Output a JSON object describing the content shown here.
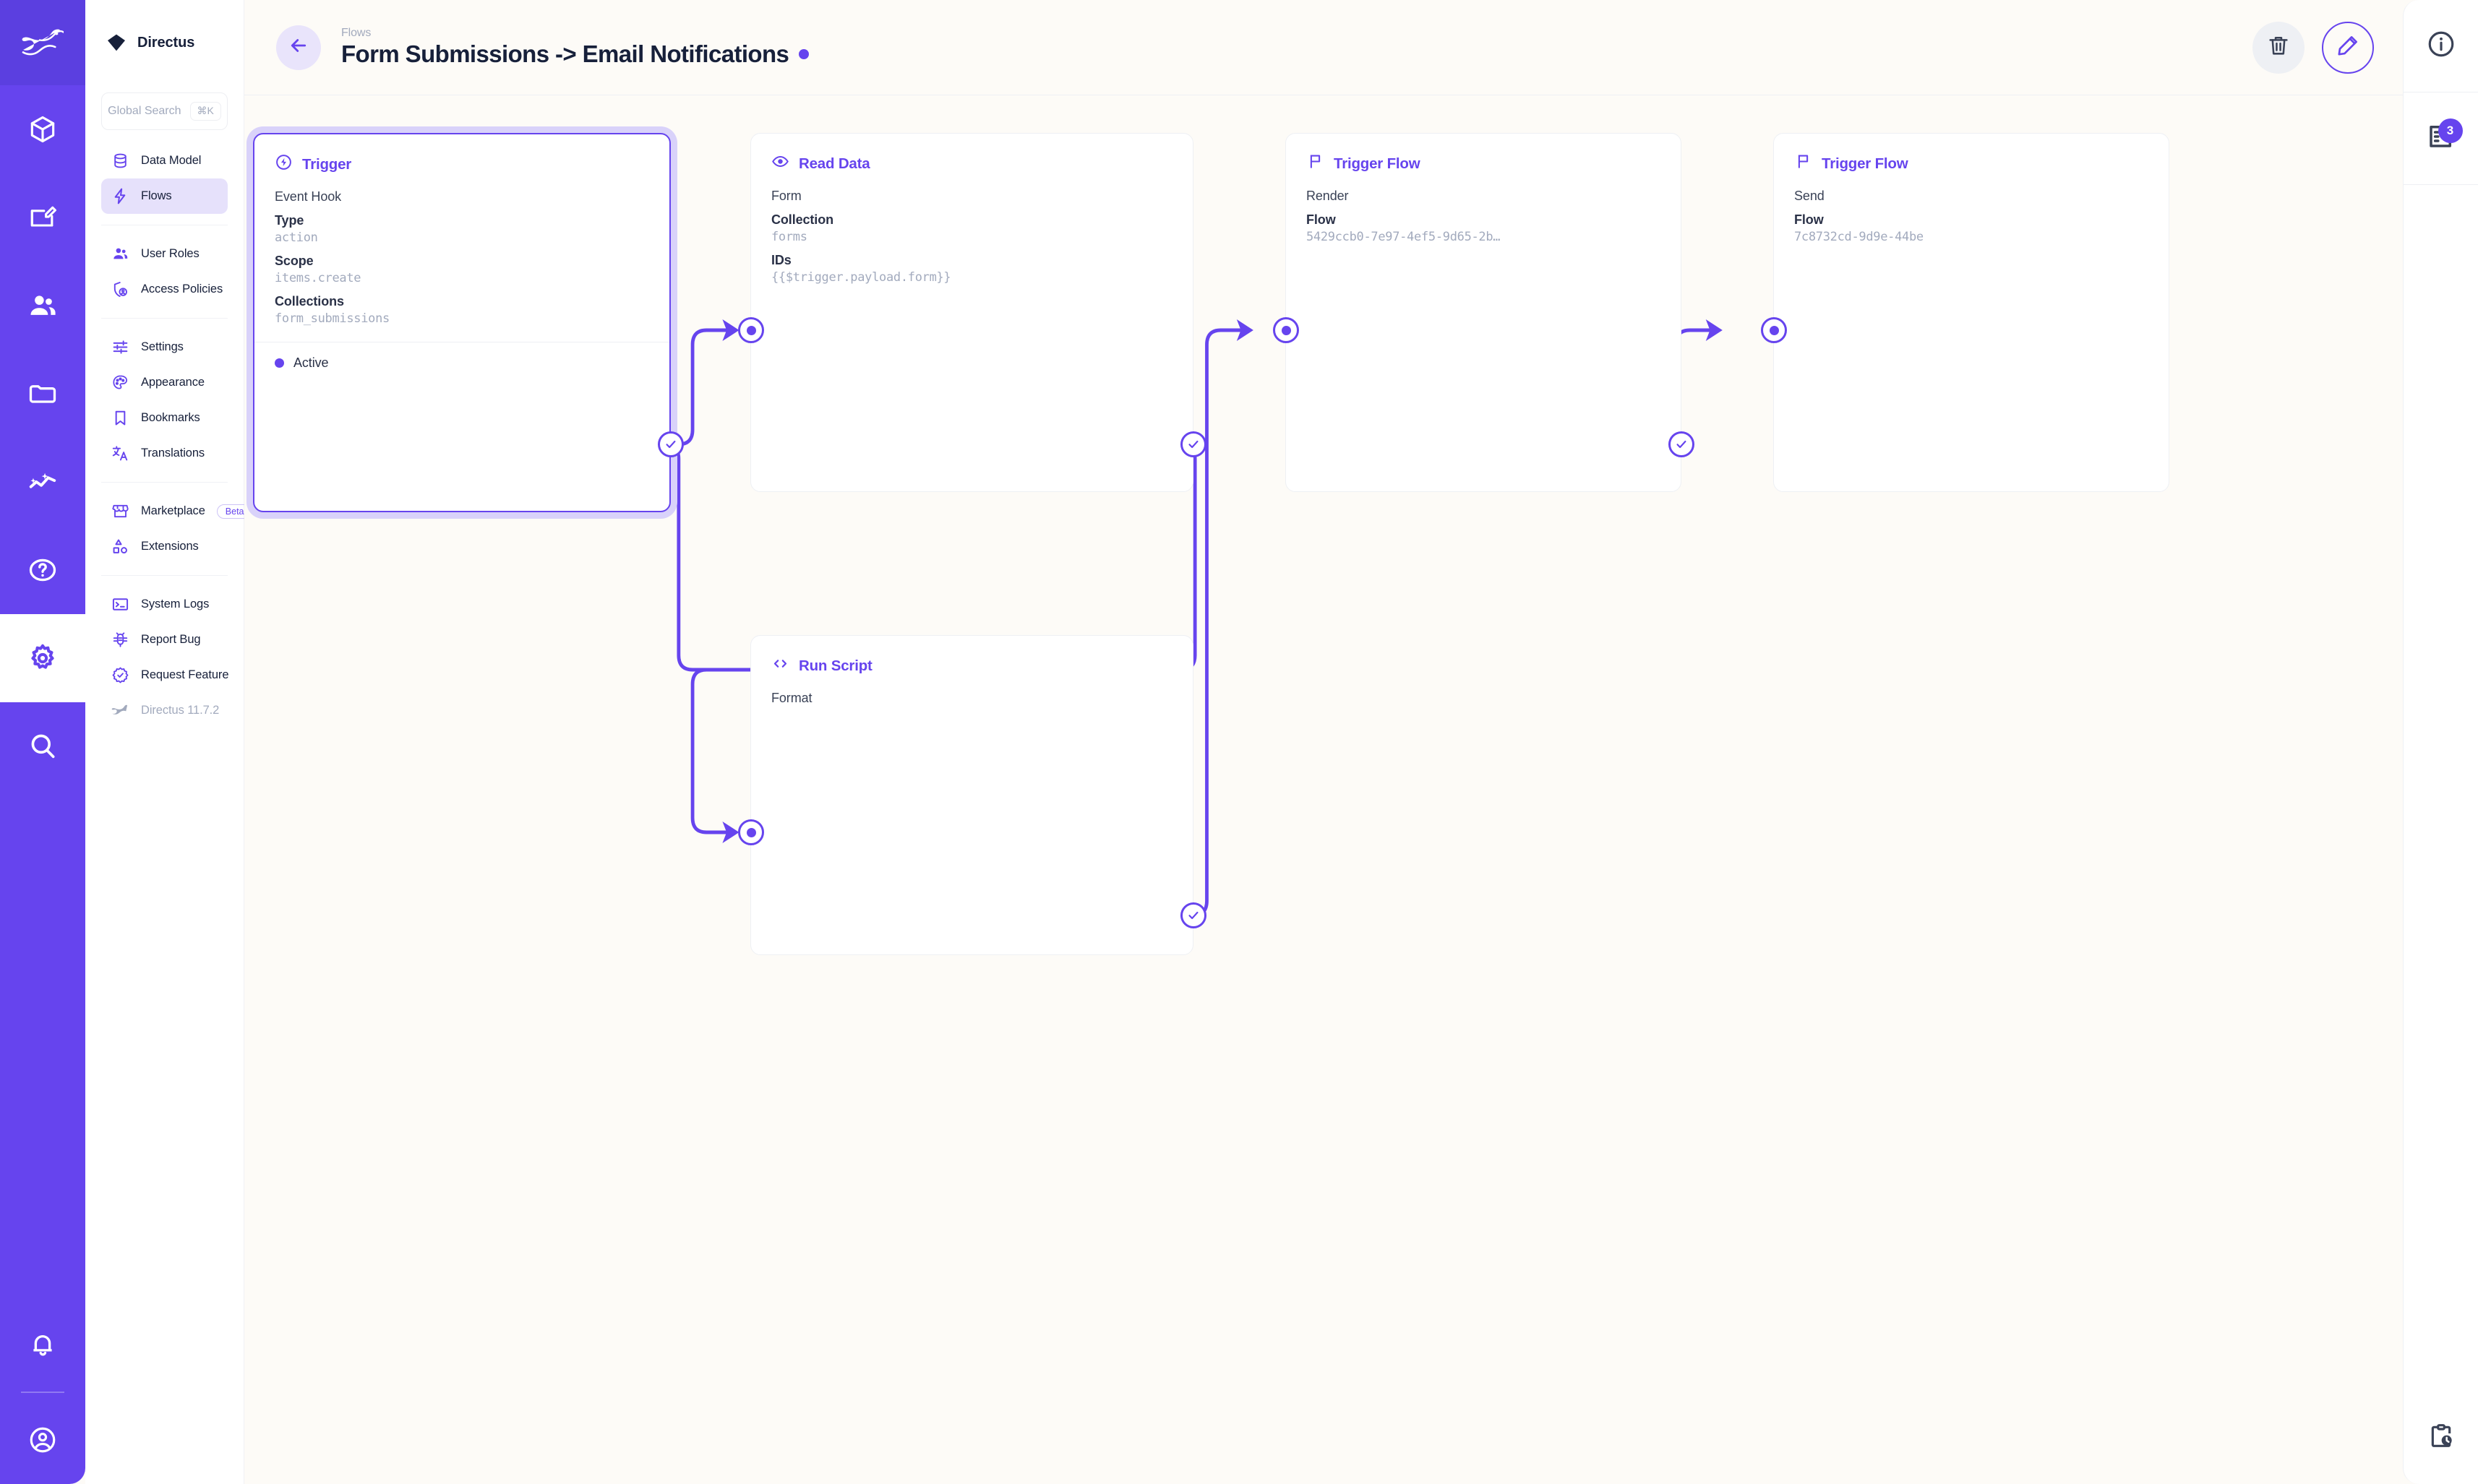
{
  "brand": {
    "name": "Directus",
    "accent": "#6644ee",
    "accent_soft": "#e6e1fb",
    "dark": "#17203a"
  },
  "rail": {
    "items": [
      {
        "name": "rabbit-logo-icon",
        "label": "Directus Logo"
      },
      {
        "name": "box-icon",
        "label": "Content"
      },
      {
        "name": "edit-box-icon",
        "label": "Editor"
      },
      {
        "name": "users-icon",
        "label": "User Directory"
      },
      {
        "name": "folder-icon",
        "label": "File Library"
      },
      {
        "name": "insights-icon",
        "label": "Insights"
      },
      {
        "name": "help-circle-icon",
        "label": "Help"
      },
      {
        "name": "gear-icon",
        "label": "Settings"
      },
      {
        "name": "search-icon",
        "label": "Search"
      }
    ],
    "bottom": [
      {
        "name": "bell-icon",
        "label": "Notifications"
      },
      {
        "name": "account-circle-icon",
        "label": "Account"
      }
    ]
  },
  "search": {
    "placeholder": "Global Search",
    "shortcut": "⌘K"
  },
  "sidebar": {
    "groups": [
      {
        "items": [
          {
            "icon": "database-icon",
            "label": "Data Model",
            "active": false
          },
          {
            "icon": "lightning-icon",
            "label": "Flows",
            "active": true
          }
        ]
      },
      {
        "items": [
          {
            "icon": "users-icon",
            "label": "User Roles",
            "active": false
          },
          {
            "icon": "shield-user-icon",
            "label": "Access Policies",
            "active": false
          }
        ]
      },
      {
        "items": [
          {
            "icon": "sliders-icon",
            "label": "Settings",
            "active": false
          },
          {
            "icon": "palette-icon",
            "label": "Appearance",
            "active": false
          },
          {
            "icon": "bookmark-icon",
            "label": "Bookmarks",
            "active": false
          },
          {
            "icon": "translate-icon",
            "label": "Translations",
            "active": false
          }
        ]
      },
      {
        "items": [
          {
            "icon": "storefront-icon",
            "label": "Marketplace",
            "badge": "Beta",
            "active": false
          },
          {
            "icon": "extensions-icon",
            "label": "Extensions",
            "active": false
          }
        ]
      },
      {
        "items": [
          {
            "icon": "terminal-icon",
            "label": "System Logs",
            "active": false
          },
          {
            "icon": "bug-icon",
            "label": "Report Bug",
            "active": false
          },
          {
            "icon": "verified-icon",
            "label": "Request Feature",
            "active": false
          },
          {
            "icon": "rabbit-icon",
            "label": "Directus 11.7.2",
            "active": false,
            "muted": true
          }
        ]
      }
    ]
  },
  "header": {
    "breadcrumb": "Flows",
    "title": "Form Submissions -> Email Notifications",
    "status": "active",
    "back_icon": "arrow-left-icon",
    "delete_icon": "trash-icon",
    "edit_icon": "pencil-icon"
  },
  "flow": {
    "nodes": [
      {
        "id": "trigger",
        "kind": "trigger",
        "icon": "trigger-bolt-icon",
        "title": "Trigger",
        "subtitle": "Event Hook",
        "fields": [
          {
            "label": "Type",
            "value": "action"
          },
          {
            "label": "Scope",
            "value": "items.create"
          },
          {
            "label": "Collections",
            "value": "form_submissions"
          }
        ],
        "footer_status": "Active"
      },
      {
        "id": "read-data",
        "kind": "operation",
        "icon": "eye-icon",
        "title": "Read Data",
        "subtitle": "Form",
        "fields": [
          {
            "label": "Collection",
            "value": "forms"
          },
          {
            "label": "IDs",
            "value": "{{$trigger.payload.form}}"
          }
        ]
      },
      {
        "id": "run-script",
        "kind": "operation",
        "icon": "code-icon",
        "title": "Run Script",
        "subtitle": "Format",
        "fields": []
      },
      {
        "id": "trigger-flow-render",
        "kind": "operation",
        "icon": "flag-icon",
        "title": "Trigger Flow",
        "subtitle": "Render",
        "fields": [
          {
            "label": "Flow",
            "value": "5429ccb0-7e97-4ef5-9d65-2b…"
          }
        ]
      },
      {
        "id": "trigger-flow-send",
        "kind": "operation",
        "icon": "flag-icon",
        "title": "Trigger Flow",
        "subtitle": "Send",
        "fields": [
          {
            "label": "Flow",
            "value": "7c8732cd-9d9e-44be"
          }
        ]
      }
    ]
  },
  "rightbar": {
    "items": [
      {
        "name": "info-icon",
        "label": "Flow Info",
        "badge": null
      },
      {
        "name": "revisions-icon",
        "label": "Logs",
        "badge": "3"
      }
    ],
    "bottom": {
      "name": "activity-clipboard-clock-icon",
      "label": "Activity"
    }
  }
}
